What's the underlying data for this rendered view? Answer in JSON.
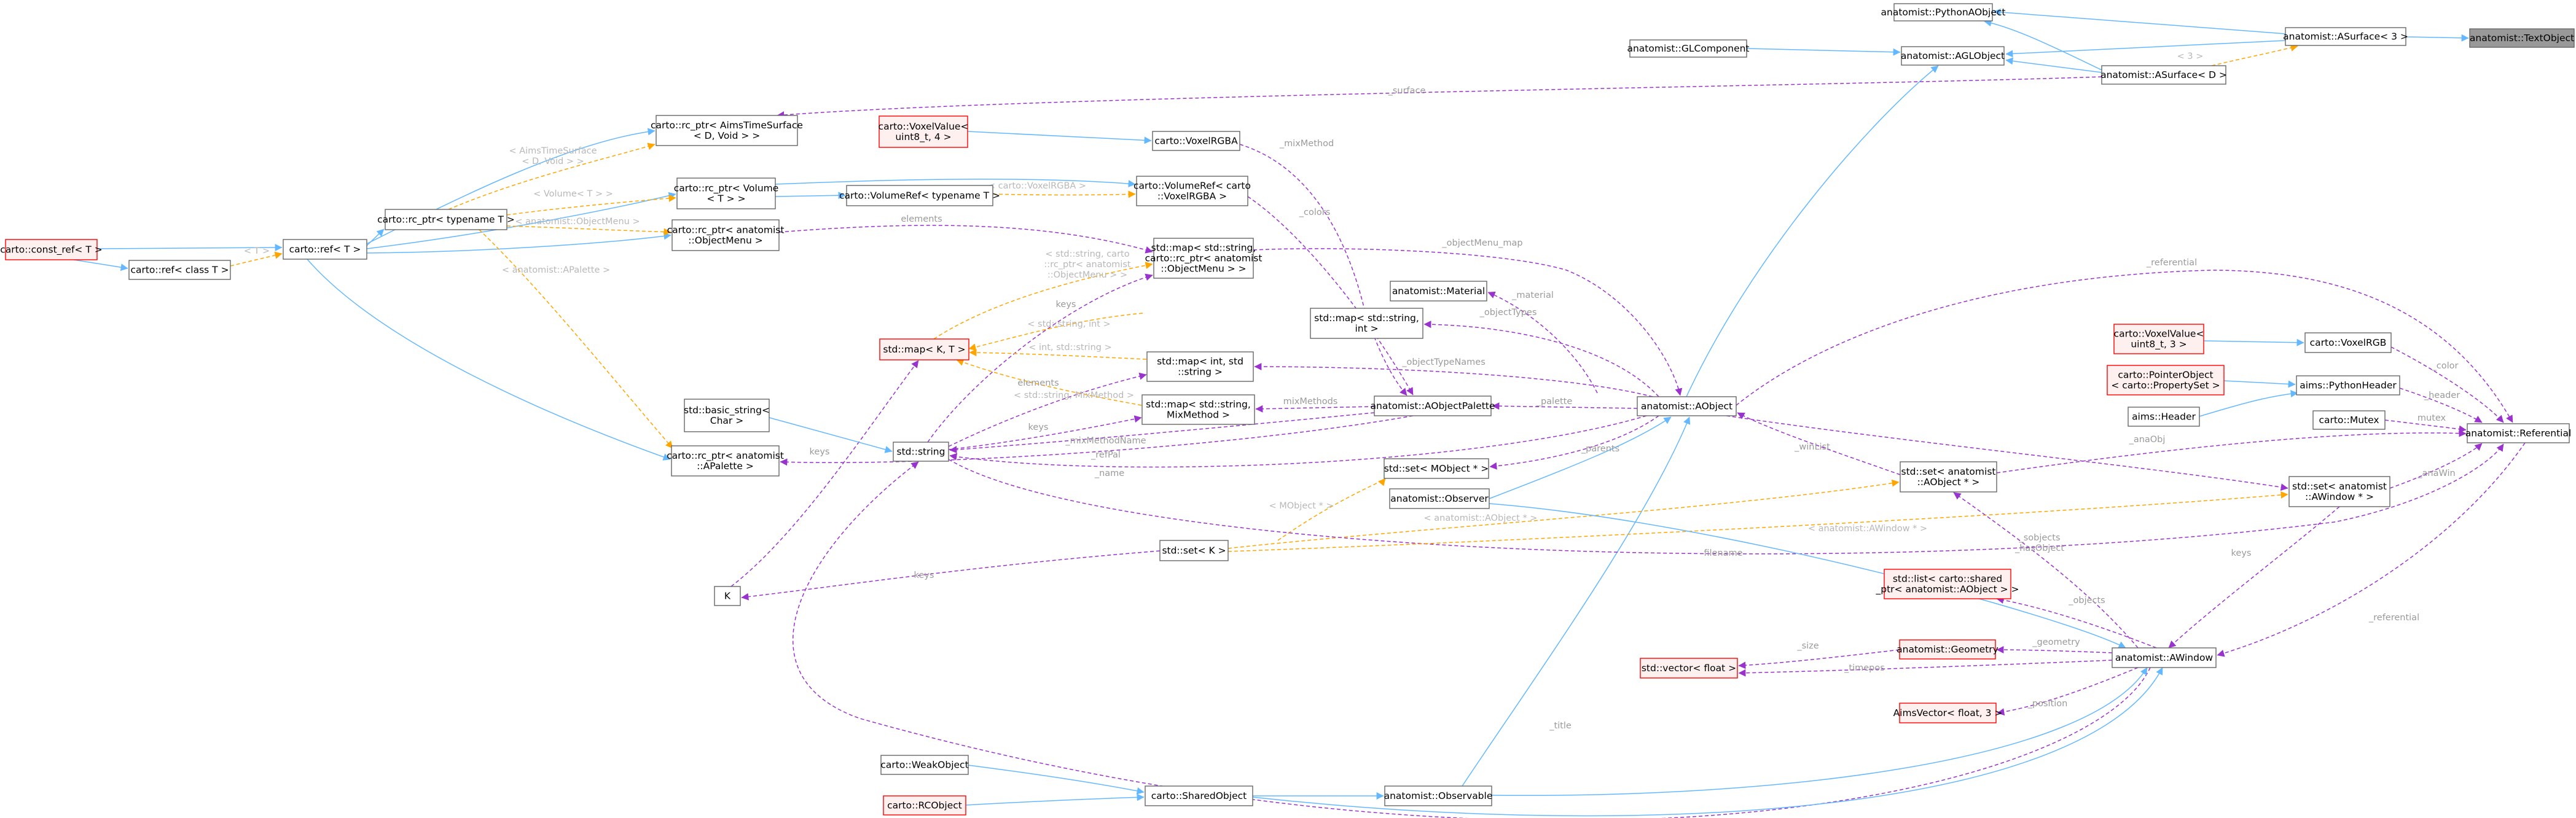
{
  "colors": {
    "inherit": "#63b8ff",
    "usage": "#9a32cd",
    "template": "#ffa500",
    "label_usage": "#9a9a9a",
    "label_template": "#b8b8b8",
    "node_border": "#666666",
    "undoc_border": "#ff0000",
    "undoc_fill": "#fff0f0",
    "highlight_fill": "#999999"
  },
  "nodes": [
    {
      "id": "TextObject",
      "lines": [
        "anatomist::TextObject"
      ],
      "style": "highlight"
    },
    {
      "id": "PythonAObject",
      "lines": [
        "anatomist::PythonAObject"
      ],
      "style": "normal"
    },
    {
      "id": "ASurface3",
      "lines": [
        "anatomist::ASurface< 3 >"
      ],
      "style": "normal"
    },
    {
      "id": "GLComponent",
      "lines": [
        "anatomist::GLComponent"
      ],
      "style": "normal"
    },
    {
      "id": "AGLObject",
      "lines": [
        "anatomist::AGLObject"
      ],
      "style": "normal"
    },
    {
      "id": "ASurfaceD",
      "lines": [
        "anatomist::ASurface< D >"
      ],
      "style": "normal"
    },
    {
      "id": "rcAimsTimeSurface",
      "lines": [
        "carto::rc_ptr< AimsTimeSurface",
        "< D, Void > >"
      ],
      "style": "normal"
    },
    {
      "id": "VoxelValue4",
      "lines": [
        "carto::VoxelValue<",
        "uint8_t, 4 >"
      ],
      "style": "undoc"
    },
    {
      "id": "VoxelRGBA",
      "lines": [
        "carto::VoxelRGBA"
      ],
      "style": "normal"
    },
    {
      "id": "rcVolume",
      "lines": [
        "carto::rc_ptr< Volume",
        "< T > >"
      ],
      "style": "normal"
    },
    {
      "id": "VolumeRefVoxel",
      "lines": [
        "carto::VolumeRef< carto",
        "::VoxelRGBA >"
      ],
      "style": "normal"
    },
    {
      "id": "VolumeRefT",
      "lines": [
        "carto::VolumeRef< typename T >"
      ],
      "style": "normal"
    },
    {
      "id": "rcTypename",
      "lines": [
        "carto::rc_ptr< typename T >"
      ],
      "style": "normal"
    },
    {
      "id": "rcObjectMenu",
      "lines": [
        "carto::rc_ptr< anatomist",
        "::ObjectMenu >"
      ],
      "style": "normal"
    },
    {
      "id": "constRef",
      "lines": [
        "carto::const_ref< T >"
      ],
      "style": "undoc"
    },
    {
      "id": "ref",
      "lines": [
        "carto::ref< T >"
      ],
      "style": "normal"
    },
    {
      "id": "refClass",
      "lines": [
        "carto::ref< class T >"
      ],
      "style": "normal"
    },
    {
      "id": "mapObjectMenu",
      "lines": [
        "std::map< std::string,",
        "carto::rc_ptr< anatomist",
        "::ObjectMenu > >"
      ],
      "style": "normal"
    },
    {
      "id": "Material",
      "lines": [
        "anatomist::Material"
      ],
      "style": "normal"
    },
    {
      "id": "mapStrInt",
      "lines": [
        "std::map< std::string,",
        "int >"
      ],
      "style": "normal"
    },
    {
      "id": "mapKT",
      "lines": [
        "std::map< K, T >"
      ],
      "style": "undoc"
    },
    {
      "id": "mapIntStr",
      "lines": [
        "std::map< int, std",
        "::string >"
      ],
      "style": "normal"
    },
    {
      "id": "basicString",
      "lines": [
        "std::basic_string<",
        "Char >"
      ],
      "style": "normal"
    },
    {
      "id": "mapMixMethod",
      "lines": [
        "std::map< std::string,",
        "MixMethod >"
      ],
      "style": "normal"
    },
    {
      "id": "AObjectPalette",
      "lines": [
        "anatomist::AObjectPalette"
      ],
      "style": "normal"
    },
    {
      "id": "AObject",
      "lines": [
        "anatomist::AObject"
      ],
      "style": "normal"
    },
    {
      "id": "string",
      "lines": [
        "std::string"
      ],
      "style": "normal"
    },
    {
      "id": "rcAPalette",
      "lines": [
        "carto::rc_ptr< anatomist",
        "::APalette >"
      ],
      "style": "normal"
    },
    {
      "id": "setMObject",
      "lines": [
        "std::set< MObject * >"
      ],
      "style": "normal"
    },
    {
      "id": "Observer",
      "lines": [
        "anatomist::Observer"
      ],
      "style": "normal"
    },
    {
      "id": "setAObject",
      "lines": [
        "std::set< anatomist",
        "::AObject * >"
      ],
      "style": "normal"
    },
    {
      "id": "setK",
      "lines": [
        "std::set< K >"
      ],
      "style": "normal"
    },
    {
      "id": "K",
      "lines": [
        "K"
      ],
      "style": "normal"
    },
    {
      "id": "VoxelValue3",
      "lines": [
        "carto::VoxelValue<",
        "uint8_t, 3 >"
      ],
      "style": "undoc"
    },
    {
      "id": "VoxelRGB",
      "lines": [
        "carto::VoxelRGB"
      ],
      "style": "normal"
    },
    {
      "id": "PointerObject",
      "lines": [
        "carto::PointerObject",
        "< carto::PropertySet >"
      ],
      "style": "undoc"
    },
    {
      "id": "PythonHeader",
      "lines": [
        "aims::PythonHeader"
      ],
      "style": "normal"
    },
    {
      "id": "Header",
      "lines": [
        "aims::Header"
      ],
      "style": "normal"
    },
    {
      "id": "Mutex",
      "lines": [
        "carto::Mutex"
      ],
      "style": "normal"
    },
    {
      "id": "Referential",
      "lines": [
        "anatomist::Referential"
      ],
      "style": "normal"
    },
    {
      "id": "setAWindow",
      "lines": [
        "std::set< anatomist",
        "::AWindow * >"
      ],
      "style": "normal"
    },
    {
      "id": "listShared",
      "lines": [
        "std::list< carto::shared",
        "_ptr< anatomist::AObject > >"
      ],
      "style": "undoc"
    },
    {
      "id": "Geometry",
      "lines": [
        "anatomist::Geometry"
      ],
      "style": "undoc"
    },
    {
      "id": "vectorFloat",
      "lines": [
        "std::vector< float >"
      ],
      "style": "undoc"
    },
    {
      "id": "AWindow",
      "lines": [
        "anatomist::AWindow"
      ],
      "style": "normal"
    },
    {
      "id": "AimsVector",
      "lines": [
        "AimsVector< float, 3 >"
      ],
      "style": "undoc"
    },
    {
      "id": "WeakObject",
      "lines": [
        "carto::WeakObject"
      ],
      "style": "normal"
    },
    {
      "id": "SharedObject",
      "lines": [
        "carto::SharedObject"
      ],
      "style": "normal"
    },
    {
      "id": "RCObject",
      "lines": [
        "carto::RCObject"
      ],
      "style": "undoc"
    },
    {
      "id": "Observable",
      "lines": [
        "anatomist::Observable"
      ],
      "style": "normal"
    }
  ],
  "edges": [
    {
      "from": "ASurface3",
      "to": "TextObject",
      "kind": "inherit",
      "label": []
    },
    {
      "from": "PythonAObject",
      "to": "ASurface3",
      "kind": "inherit",
      "label": []
    },
    {
      "from": "AGLObject",
      "to": "ASurface3",
      "kind": "inherit",
      "label": []
    },
    {
      "from": "PythonAObject",
      "to": "ASurfaceD",
      "kind": "inherit",
      "label": []
    },
    {
      "from": "AGLObject",
      "to": "ASurfaceD",
      "kind": "inherit",
      "label": []
    },
    {
      "from": "ASurfaceD",
      "to": "ASurface3",
      "kind": "template",
      "label": [
        "< 3 >"
      ]
    },
    {
      "from": "GLComponent",
      "to": "AGLObject",
      "kind": "inherit",
      "label": []
    },
    {
      "from": "AObject",
      "to": "AGLObject",
      "kind": "inherit",
      "label": []
    },
    {
      "from": "rcAimsTimeSurface",
      "to": "ASurfaceD",
      "kind": "usage",
      "label": [
        "_surface"
      ]
    },
    {
      "from": "VoxelValue4",
      "to": "VoxelRGBA",
      "kind": "inherit",
      "label": []
    },
    {
      "from": "VoxelRGBA",
      "to": "AObjectPalette",
      "kind": "usage",
      "label": [
        "_mixMethod"
      ]
    },
    {
      "from": "VolumeRefVoxel",
      "to": "AObjectPalette",
      "kind": "usage",
      "label": [
        "_colors"
      ]
    },
    {
      "from": "rcVolume",
      "to": "VolumeRefVoxel",
      "kind": "inherit",
      "label": []
    },
    {
      "from": "rcVolume",
      "to": "VolumeRefT",
      "kind": "inherit",
      "label": []
    },
    {
      "from": "VolumeRefT",
      "to": "VolumeRefVoxel",
      "kind": "template",
      "label": [
        "< carto::VoxelRGBA >"
      ]
    },
    {
      "from": "ref",
      "to": "rcAimsTimeSurface",
      "kind": "inherit",
      "label": []
    },
    {
      "from": "ref",
      "to": "rcVolume",
      "kind": "inherit",
      "label": []
    },
    {
      "from": "ref",
      "to": "rcTypename",
      "kind": "inherit",
      "label": []
    },
    {
      "from": "ref",
      "to": "rcObjectMenu",
      "kind": "inherit",
      "label": []
    },
    {
      "from": "ref",
      "to": "rcAPalette",
      "kind": "inherit",
      "label": []
    },
    {
      "from": "constRef",
      "to": "ref",
      "kind": "inherit",
      "label": []
    },
    {
      "from": "constRef",
      "to": "refClass",
      "kind": "inherit",
      "label": []
    },
    {
      "from": "refClass",
      "to": "ref",
      "kind": "template",
      "label": [
        "< T >"
      ]
    },
    {
      "from": "rcTypename",
      "to": "rcAimsTimeSurface",
      "kind": "template",
      "label": [
        "< AimsTimeSurface",
        "< D, Void > >"
      ]
    },
    {
      "from": "rcTypename",
      "to": "rcVolume",
      "kind": "template",
      "label": [
        "< Volume< T > >"
      ]
    },
    {
      "from": "rcTypename",
      "to": "rcObjectMenu",
      "kind": "template",
      "label": [
        "< anatomist::ObjectMenu >"
      ]
    },
    {
      "from": "rcTypename",
      "to": "rcAPalette",
      "kind": "template",
      "label": [
        "< anatomist::APalette >"
      ]
    },
    {
      "from": "rcObjectMenu",
      "to": "mapObjectMenu",
      "kind": "usage",
      "label": [
        "elements"
      ]
    },
    {
      "from": "mapKT",
      "to": "mapObjectMenu",
      "kind": "template",
      "label": [
        "< std::string, carto",
        "::rc_ptr< anatomist",
        "::ObjectMenu > >"
      ]
    },
    {
      "from": "string",
      "to": "mapObjectMenu",
      "kind": "usage",
      "label": [
        "keys"
      ]
    },
    {
      "from": "mapObjectMenu",
      "to": "AObject",
      "kind": "usage",
      "label": [
        "_objectMenu_map"
      ]
    },
    {
      "from": "Material",
      "to": "AObject",
      "kind": "usage",
      "label": [
        "_material"
      ]
    },
    {
      "from": "mapStrInt",
      "to": "AObject",
      "kind": "usage",
      "label": [
        "_objectTypes"
      ]
    },
    {
      "from": "mapKT",
      "to": "mapStrInt",
      "kind": "template",
      "label": [
        "< std::string, int >"
      ]
    },
    {
      "from": "mapKT",
      "to": "mapIntStr",
      "kind": "template",
      "label": [
        "< int, std::string >"
      ]
    },
    {
      "from": "mapKT",
      "to": "mapMixMethod",
      "kind": "template",
      "label": [
        "< std::string, MixMethod >"
      ]
    },
    {
      "from": "K",
      "to": "mapKT",
      "kind": "usage",
      "label": [
        "keys"
      ]
    },
    {
      "from": "mapIntStr",
      "to": "AObject",
      "kind": "usage",
      "label": [
        "_objectTypeNames"
      ]
    },
    {
      "from": "string",
      "to": "mapIntStr",
      "kind": "usage",
      "label": [
        "elements"
      ]
    },
    {
      "from": "mapMixMethod",
      "to": "AObjectPalette",
      "kind": "usage",
      "label": [
        "mixMethods"
      ]
    },
    {
      "from": "string",
      "to": "mapMixMethod",
      "kind": "usage",
      "label": [
        "keys"
      ]
    },
    {
      "from": "AObjectPalette",
      "to": "AObject",
      "kind": "usage",
      "label": [
        "_palette"
      ]
    },
    {
      "from": "string",
      "to": "AObjectPalette",
      "kind": "usage",
      "label": [
        "_mixMethodName"
      ]
    },
    {
      "from": "rcAPalette",
      "to": "AObjectPalette",
      "kind": "usage",
      "label": [
        "_refPal"
      ]
    },
    {
      "from": "basicString",
      "to": "string",
      "kind": "inherit",
      "label": []
    },
    {
      "from": "string",
      "to": "AObject",
      "kind": "usage",
      "label": [
        "_name"
      ]
    },
    {
      "from": "setMObject",
      "to": "AObject",
      "kind": "usage",
      "label": [
        "_parents"
      ]
    },
    {
      "from": "setK",
      "to": "setMObject",
      "kind": "template",
      "label": [
        "< MObject * >"
      ]
    },
    {
      "from": "Observer",
      "to": "AObject",
      "kind": "inherit",
      "label": []
    },
    {
      "from": "Observable",
      "to": "AObject",
      "kind": "inherit",
      "label": []
    },
    {
      "from": "setAObject",
      "to": "AObject",
      "kind": "usage",
      "label": [
        "_winList"
      ]
    },
    {
      "from": "setK",
      "to": "setAObject",
      "kind": "template",
      "label": [
        "< anatomist::AObject * >"
      ]
    },
    {
      "from": "K",
      "to": "setK",
      "kind": "usage",
      "label": [
        "keys"
      ]
    },
    {
      "from": "string",
      "to": "Referential",
      "kind": "usage",
      "label": [
        "filename"
      ]
    },
    {
      "from": "setAObject",
      "to": "Referential",
      "kind": "usage",
      "label": [
        "_anaObj"
      ]
    },
    {
      "from": "VoxelValue3",
      "to": "VoxelRGB",
      "kind": "inherit",
      "label": []
    },
    {
      "from": "VoxelRGB",
      "to": "Referential",
      "kind": "usage",
      "label": [
        "_color"
      ]
    },
    {
      "from": "PointerObject",
      "to": "PythonHeader",
      "kind": "inherit",
      "label": []
    },
    {
      "from": "Header",
      "to": "PythonHeader",
      "kind": "inherit",
      "label": []
    },
    {
      "from": "PythonHeader",
      "to": "Referential",
      "kind": "usage",
      "label": [
        "_header"
      ]
    },
    {
      "from": "Mutex",
      "to": "Referential",
      "kind": "usage",
      "label": [
        "mutex"
      ]
    },
    {
      "from": "AObject",
      "to": "Referential",
      "kind": "usage",
      "label": [
        "_referential"
      ]
    },
    {
      "from": "setAWindow",
      "to": "Referential",
      "kind": "usage",
      "label": [
        "_anaWin"
      ]
    },
    {
      "from": "setK",
      "to": "setAWindow",
      "kind": "template",
      "label": [
        "< anatomist::AWindow * >"
      ]
    },
    {
      "from": "AObject",
      "to": "setAWindow",
      "kind": "usage",
      "label": []
    },
    {
      "from": "setAWindow",
      "to": "AWindow",
      "kind": "usage",
      "label": [
        "keys"
      ]
    },
    {
      "from": "AWindow",
      "to": "setAObject",
      "kind": "usage",
      "label": [
        "_sobjects",
        "_hasObject"
      ]
    },
    {
      "from": "AWindow",
      "to": "listShared",
      "kind": "usage",
      "label": [
        "_objects"
      ]
    },
    {
      "from": "AWindow",
      "to": "Geometry",
      "kind": "usage",
      "label": [
        "_geometry"
      ]
    },
    {
      "from": "Geometry",
      "to": "vectorFloat",
      "kind": "usage",
      "label": [
        "_size"
      ]
    },
    {
      "from": "AWindow",
      "to": "vectorFloat",
      "kind": "usage",
      "label": [
        "_timepos"
      ]
    },
    {
      "from": "AWindow",
      "to": "AimsVector",
      "kind": "usage",
      "label": [
        "_position"
      ]
    },
    {
      "from": "AWindow",
      "to": "string",
      "kind": "usage",
      "label": [
        "_title"
      ]
    },
    {
      "from": "Referential",
      "to": "AWindow",
      "kind": "usage",
      "label": [
        "_referential"
      ]
    },
    {
      "from": "Observer",
      "to": "AWindow",
      "kind": "inherit",
      "label": []
    },
    {
      "from": "SharedObject",
      "to": "AWindow",
      "kind": "inherit",
      "label": []
    },
    {
      "from": "Observable",
      "to": "AWindow",
      "kind": "inherit",
      "label": []
    },
    {
      "from": "WeakObject",
      "to": "SharedObject",
      "kind": "inherit",
      "label": []
    },
    {
      "from": "RCObject",
      "to": "SharedObject",
      "kind": "inherit",
      "label": []
    },
    {
      "from": "SharedObject",
      "to": "Observable",
      "kind": "inherit",
      "label": []
    }
  ]
}
